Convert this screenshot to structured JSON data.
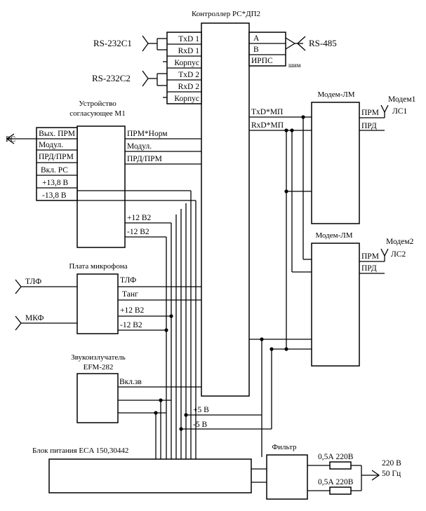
{
  "controller": {
    "title": "Контроллер РС*ДП2",
    "left_ports": [
      "TxD 1",
      "RxD 1",
      "Корпус",
      "TxD 2",
      "RxD 2",
      "Корпус"
    ],
    "right_ports": [
      "A",
      "B",
      "ИРПС"
    ],
    "shim": "шим",
    "txd_mp": "TxD*МП",
    "rxd_mp": "RxD*МП"
  },
  "ext": {
    "rs232c1": "RS-232C1",
    "rs232c2": "RS-232C2",
    "rs485": "RS-485",
    "rs": "РС",
    "tlf": "ТЛФ",
    "mkf": "МКФ",
    "mains": "220 В",
    "mains_freq": "50 Гц"
  },
  "m1": {
    "title_1": "Устройство",
    "title_2": "согласующее М1",
    "left_ports": [
      "Вых. ПРМ",
      "Модул.",
      "ПРД/ПРМ",
      "Вкл. РС",
      "+13,8 В",
      "-13,8 В"
    ],
    "right_ports": [
      "ПРМ*Норм",
      "Модул.",
      "ПРД/ПРМ"
    ],
    "plus12": "+12 В2",
    "minus12": "-12 В2"
  },
  "mic": {
    "title": "Плата микрофона",
    "ports": [
      "ТЛФ",
      "Танг",
      "+12 В2",
      "-12 В2"
    ]
  },
  "buzzer": {
    "title_1": "Звукоизлучатель",
    "title_2": "EFM-282",
    "port": "Вкл.зв"
  },
  "modem1": {
    "title": "Модем-ЛМ",
    "ports": [
      "ПРМ",
      "ПРД"
    ],
    "antenna": "Модем1",
    "line": "ЛС1"
  },
  "modem2": {
    "title": "Модем-ЛМ",
    "ports": [
      "ПРМ",
      "ПРД"
    ],
    "antenna": "Модем2",
    "line": "ЛС2"
  },
  "psu": {
    "title": "Блок питания ECA 150,30442",
    "plus5": "+5 В",
    "minus5": "-5 В"
  },
  "filter": {
    "title": "Фильтр",
    "fuse1": "0,5А 220В",
    "fuse2": "0,5А 220В"
  }
}
